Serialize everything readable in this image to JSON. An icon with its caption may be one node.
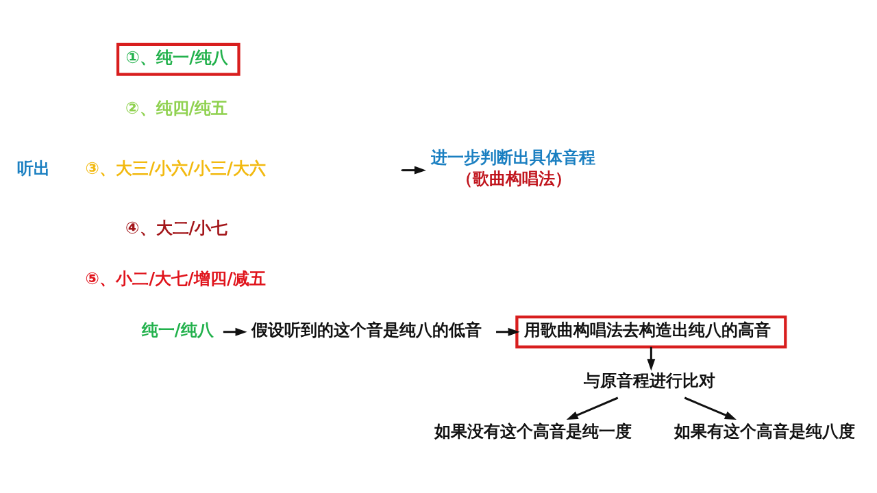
{
  "diagram": {
    "nodes": [
      {
        "text": [
          "听出"
        ]
      },
      {
        "text": [
          "①、纯一/纯八"
        ]
      },
      {
        "text": [
          "进一步判断出具体音程",
          "（歌曲构唱法）"
        ]
      },
      {
        "text": [
          "纯一/纯八"
        ]
      },
      {
        "text": [
          "假设听到的这个音是纯八的低音"
        ]
      },
      {
        "text": [
          "用歌曲构唱法去构造出纯八的高音"
        ]
      },
      {
        "text": [
          "与原音程进行比对"
        ]
      },
      {
        "text": [
          "如果没有这个高音是纯一度"
        ]
      },
      {
        "text": [
          "如果有这个高音是纯八度"
        ]
      }
    ],
    "edges": [
      {
        "from": null,
        "to": 2,
        "arrow": "to"
      },
      {
        "from": 3,
        "to": 4,
        "arrow": "to"
      },
      {
        "from": 4,
        "to": 5,
        "arrow": "to"
      },
      {
        "from": 5,
        "to": 6,
        "arrow": "to"
      },
      {
        "from": 6,
        "to": 7,
        "arrow": "to"
      },
      {
        "from": 6,
        "to": 8,
        "arrow": "to"
      }
    ],
    "labels": [
      "②、纯四/纯五",
      "③、大三/小六/小三/大六",
      "④、大二/小七",
      "⑤、小二/大七/增四/减五"
    ]
  }
}
